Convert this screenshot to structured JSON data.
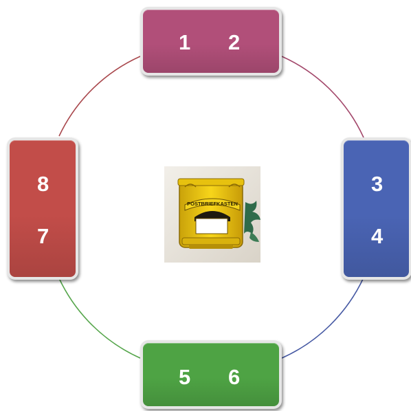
{
  "boxes": {
    "top": {
      "labels": [
        "1",
        "2"
      ],
      "color": "#b14f79"
    },
    "right": {
      "labels": [
        "3",
        "4"
      ],
      "color": "#4a64b4"
    },
    "bottom": {
      "labels": [
        "5",
        "6"
      ],
      "color": "#4ea344"
    },
    "left": {
      "labels": [
        "8",
        "7"
      ],
      "color": "#c24d49"
    }
  },
  "connectors": {
    "top_right": "#a3486b",
    "right_bottom": "#4659a3",
    "bottom_left": "#56a64c",
    "left_top": "#a9484d"
  },
  "center_image": {
    "sign_text": "POSTBRIEFKASTEN"
  }
}
